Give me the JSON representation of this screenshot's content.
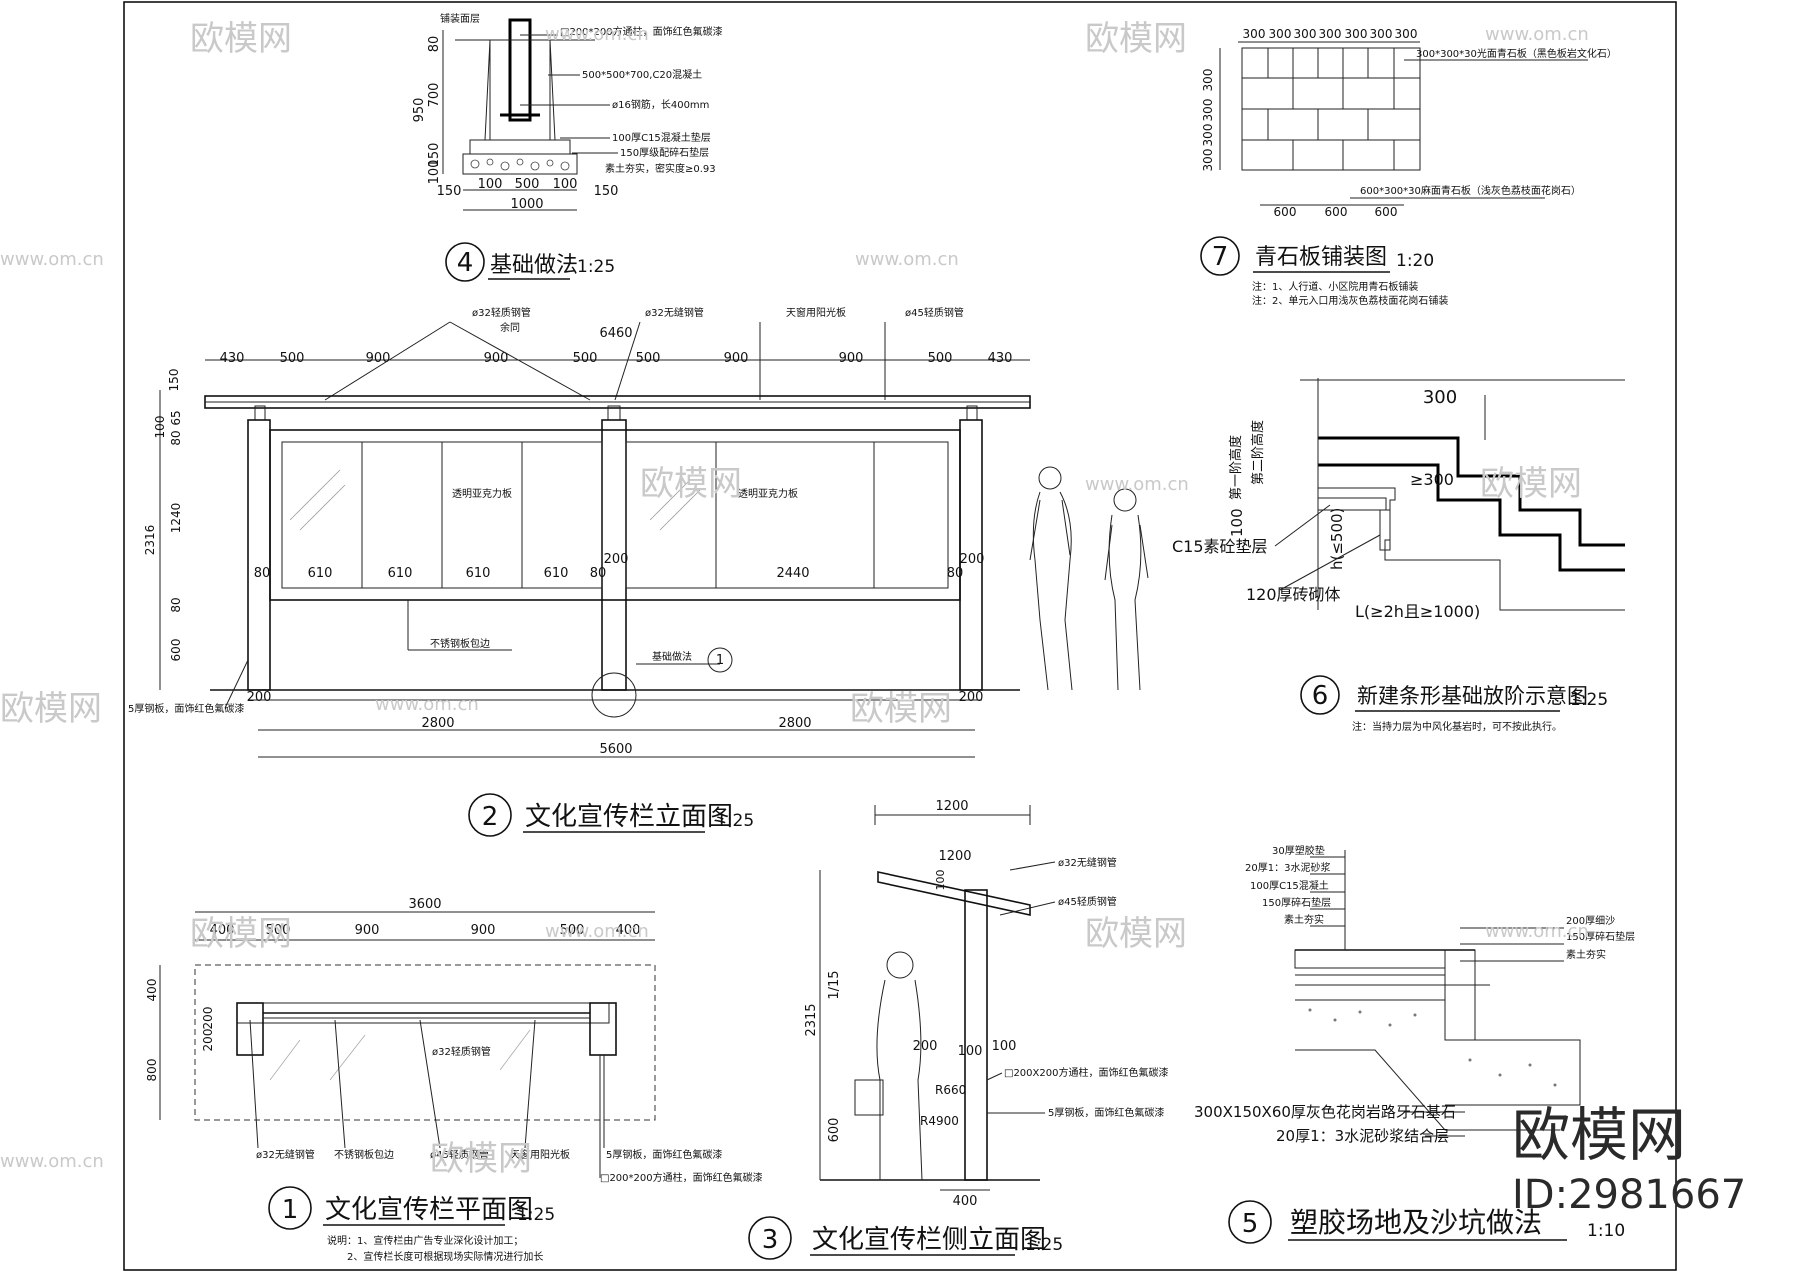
{
  "drawings": {
    "d1": {
      "num": "1",
      "title": "文化宣传栏平面图",
      "scale": "1:25",
      "dims_top": [
        "400",
        "500",
        "900",
        "900",
        "500",
        "400"
      ],
      "dim_overall": "3600",
      "dims_left": [
        "400",
        "200",
        "200",
        "800"
      ],
      "notes": [
        "说明：1、宣传栏由广告专业深化设计加工；",
        "2、宣传栏长度可根据现场实际情况进行加长"
      ],
      "labels": [
        "ø32轻质钢管",
        "ø32无缝钢管",
        "不锈钢板包边",
        "ø45轻质钢管",
        "天窗用阳光板",
        "5厚钢板，面饰红色氟碳漆",
        "□200*200方通柱，面饰红色氟碳漆"
      ]
    },
    "d2": {
      "num": "2",
      "title": "文化宣传栏立面图",
      "scale": "1:25",
      "dims_top": [
        "430",
        "500",
        "900",
        "900",
        "500",
        "500",
        "900",
        "900",
        "500",
        "430"
      ],
      "dim_top_total": "6460",
      "dims_left": [
        "150",
        "100",
        "80",
        "65",
        "1240",
        "80",
        "600"
      ],
      "dim_left_total": "2316",
      "dims_mid": [
        "80",
        "610",
        "610",
        "610",
        "610",
        "80",
        "200",
        "2440",
        "80",
        "200"
      ],
      "dims_bottom": [
        "200",
        "2800",
        "2800",
        "5600",
        "200"
      ],
      "labels": [
        "ø32轻质钢管",
        "余同",
        "ø32无缝钢管",
        "天窗用阳光板",
        "ø45轻质钢管",
        "透明亚克力板",
        "透明亚克力板",
        "不锈钢板包边",
        "基础做法",
        "5厚钢板，面饰红色氟碳漆"
      ],
      "callout": "1"
    },
    "d3": {
      "num": "3",
      "title": "文化宣传栏侧立面图",
      "scale": "1:25",
      "dims": [
        "1200",
        "1200",
        "100",
        "1/15",
        "2315",
        "600",
        "200",
        "100",
        "100",
        "400"
      ],
      "labels": [
        "ø32无缝钢管",
        "ø45轻质钢管",
        "□200X200方通柱，面饰红色氟碳漆",
        "5厚钢板，面饰红色氟碳漆",
        "R660",
        "R4900"
      ]
    },
    "d4": {
      "num": "4",
      "title": "基础做法",
      "scale": "1:25",
      "dims_left": [
        "80",
        "700",
        "950",
        "150",
        "100"
      ],
      "dims_bottom": [
        "150",
        "100",
        "500",
        "100",
        "150",
        "1000"
      ],
      "labels": [
        "铺装面层",
        "□200*200方通柱，面饰红色氟碳漆",
        "500*500*700,C20混凝土",
        "ø16钢筋，长400mm",
        "100厚C15混凝土垫层",
        "150厚级配碎石垫层",
        "素土夯实，密实度≥0.93"
      ]
    },
    "d5": {
      "num": "5",
      "title": "塑胶场地及沙坑做法",
      "scale": "1:10",
      "labels_left": [
        "30厚塑胶垫",
        "20厚1：3水泥砂浆",
        "100厚C15混凝土",
        "150厚碎石垫层",
        "素土夯实"
      ],
      "labels_right": [
        "200厚细沙",
        "150厚碎石垫层",
        "素土夯实"
      ],
      "labels_bottom": [
        "300X150X60厚灰色花岗岩路牙石基石",
        "20厚1：3水泥砂浆结合层"
      ]
    },
    "d6": {
      "num": "6",
      "title": "新建条形基础放阶示意图",
      "scale": "1:25",
      "dims": [
        "300",
        "≥300",
        "h(≤500)",
        "100",
        "L(≥2h且≥1000)"
      ],
      "labels": [
        "第一阶高度",
        "第二阶高度",
        "C15素砼垫层",
        "120厚砖砌体"
      ],
      "note": "注：当持力层为中风化基岩时，可不按此执行。"
    },
    "d7": {
      "num": "7",
      "title": "青石板铺装图",
      "scale": "1:20",
      "dims_top": [
        "300",
        "300",
        "300",
        "300",
        "300",
        "300",
        "300"
      ],
      "dims_left": [
        "300",
        "300",
        "300",
        "300"
      ],
      "dims_bottom": [
        "600",
        "600",
        "600"
      ],
      "labels": [
        "300*300*30光面青石板（黑色板岩文化石）",
        "600*300*30麻面青石板（浅灰色荔枝面花岗石）"
      ],
      "notes": [
        "注：1、人行道、小区院用青石板铺装",
        "注：2、单元入口用浅灰色荔枝面花岗石铺装"
      ]
    }
  },
  "watermark": {
    "brand": "欧模网",
    "url": "www.om.cn",
    "id": "ID:2981667"
  }
}
